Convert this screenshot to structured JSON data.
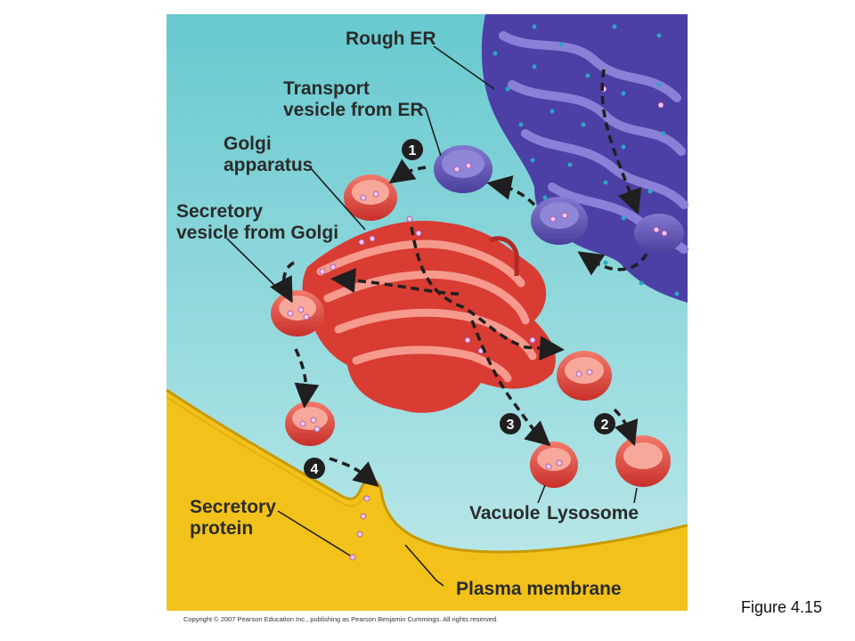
{
  "labels": {
    "rough_er": "Rough ER",
    "transport_1": "Transport",
    "transport_2": "vesicle from ER",
    "golgi_1": "Golgi",
    "golgi_2": "apparatus",
    "secretory_vesicle_1": "Secretory",
    "secretory_vesicle_2": "vesicle from Golgi",
    "secretory_protein_1": "Secretory",
    "secretory_protein_2": "protein",
    "vacuole": "Vacuole",
    "lysosome": "Lysosome",
    "plasma_membrane": "Plasma membrane"
  },
  "steps": [
    "1",
    "2",
    "3",
    "4"
  ],
  "copyright": "Copyright © 2007 Pearson Education Inc., publishing as Pearson Benjamin Cummings. All rights reserved.",
  "caption": "Figure 4.15",
  "colors": {
    "cytoplasm": "#7fd3d6",
    "er": "#5a4fb0",
    "golgi": "#e0453a",
    "membrane": "#f2c21a",
    "ribosome": "#2aa7c4"
  }
}
